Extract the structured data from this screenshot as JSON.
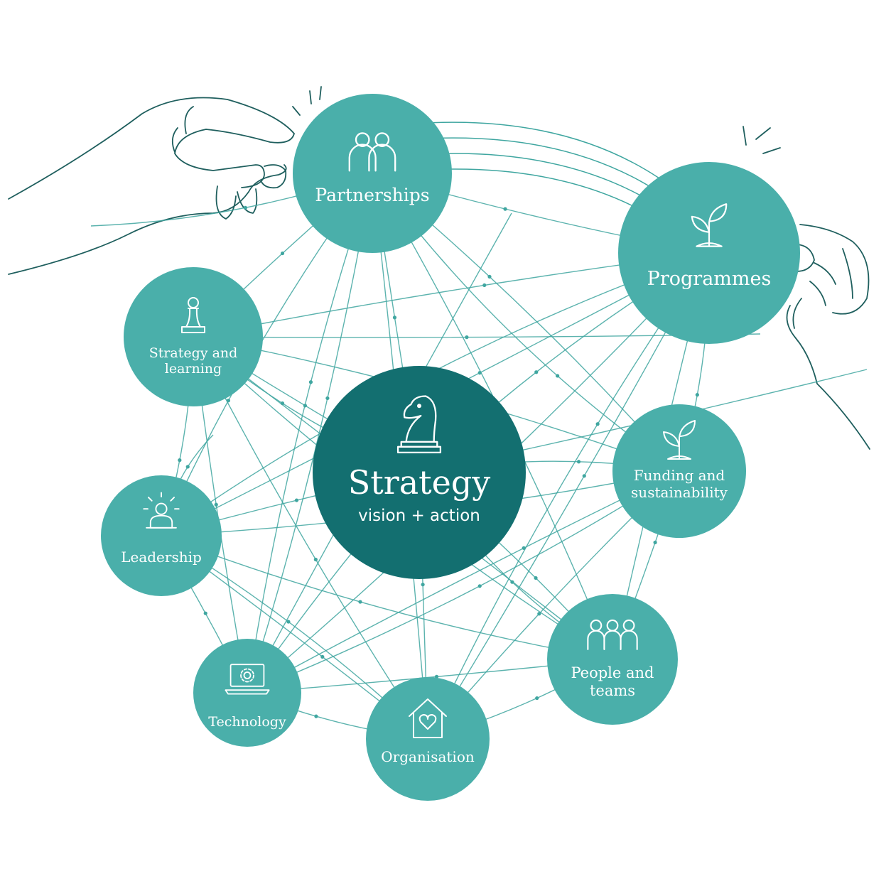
{
  "colors": {
    "node_fill": "#4aafaa",
    "center_fill": "#136f70",
    "line": "#3fa6a0",
    "hand_stroke": "#1f5f5e",
    "text": "#ffffff"
  },
  "center": {
    "title": "Strategy",
    "subtitle": "vision + action",
    "icon": "chess-knight-icon"
  },
  "nodes": [
    {
      "id": "partnerships",
      "lines": [
        "Partnerships"
      ],
      "icon": "people-pair-icon"
    },
    {
      "id": "programmes",
      "lines": [
        "Programmes"
      ],
      "icon": "sprout-icon"
    },
    {
      "id": "strategy-learning",
      "lines": [
        "Strategy and",
        "learning"
      ],
      "icon": "chess-pawn-icon"
    },
    {
      "id": "funding",
      "lines": [
        "Funding and",
        "sustainability"
      ],
      "icon": "sprout-icon"
    },
    {
      "id": "leadership",
      "lines": [
        "Leadership"
      ],
      "icon": "leader-icon"
    },
    {
      "id": "people-teams",
      "lines": [
        "People and",
        "teams"
      ],
      "icon": "group-icon"
    },
    {
      "id": "technology",
      "lines": [
        "Technology"
      ],
      "icon": "laptop-gear-icon"
    },
    {
      "id": "organisation",
      "lines": [
        "Organisation"
      ],
      "icon": "house-heart-icon"
    }
  ]
}
